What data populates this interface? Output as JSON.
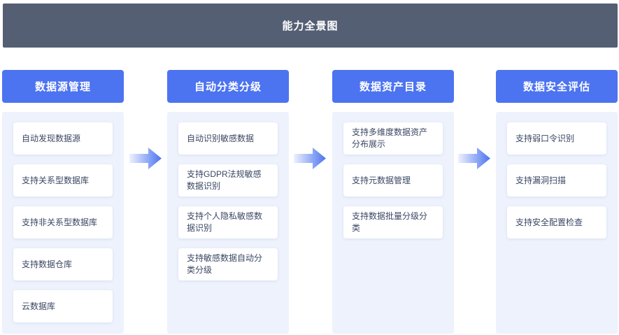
{
  "banner": {
    "title": "能力全景图"
  },
  "columns": [
    {
      "header": "数据源管理",
      "items": [
        "自动发现数据源",
        "支持关系型数据库",
        "支持非关系型数据库",
        "支持数据仓库",
        "云数据库"
      ]
    },
    {
      "header": "自动分类分级",
      "items": [
        "自动识别敏感数据",
        "支持GDPR法规敏感数据识别",
        "支持个人隐私敏感数据识别",
        "支持敏感数据自动分类分级"
      ]
    },
    {
      "header": "数据资产目录",
      "items": [
        "支持多维度数据资产分布展示",
        "支持元数据管理",
        "支持数据批量分级分类"
      ]
    },
    {
      "header": "数据安全评估",
      "items": [
        "支持弱口令识别",
        "支持漏洞扫描",
        "支持安全配置检查"
      ]
    }
  ],
  "icons": {
    "flow_arrow": "right-arrow-icon",
    "flow_arrow_count": 3
  },
  "colors": {
    "banner_bg": "#555F73",
    "accent_blue": "#4C73F0",
    "panel_bg": "#EEF2FC",
    "card_bg": "#FFFFFF",
    "card_text": "#3B4763",
    "arrow_gradient_start": "#EDF2FE",
    "arrow_gradient_end": "#4C73F0"
  }
}
